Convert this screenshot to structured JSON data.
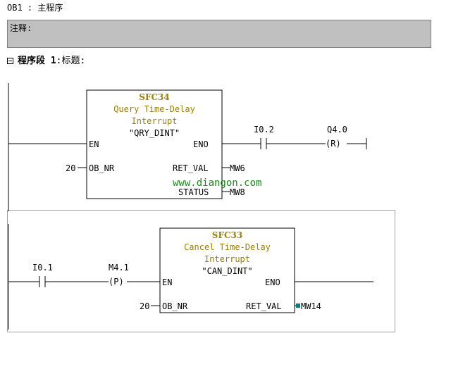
{
  "header": {
    "block_title": "OB1 : 主程序",
    "comment_label": "注释:",
    "network_label": "程序段",
    "network_number": "1",
    "network_title": ":标题:"
  },
  "network1": {
    "block": {
      "type": "SFC34",
      "desc1": "Query Time-Delay",
      "desc2": "Interrupt",
      "symbol": "\"QRY_DINT\"",
      "en": "EN",
      "eno": "ENO",
      "ob_nr_pin": "OB_NR",
      "ret_val_pin": "RET_VAL",
      "status_pin": "STATUS"
    },
    "ob_nr_value": "20",
    "ret_val_out": "MW6",
    "status_out": "MW8",
    "contact": "I0.2",
    "coil": "Q4.0",
    "coil_symbol": "(R)"
  },
  "network2": {
    "block": {
      "type": "SFC33",
      "desc1": "Cancel Time-Delay",
      "desc2": "Interrupt",
      "symbol": "\"CAN_DINT\"",
      "en": "EN",
      "eno": "ENO",
      "ob_nr_pin": "OB_NR",
      "ret_val_pin": "RET_VAL"
    },
    "ob_nr_value": "20",
    "ret_val_out": "MW14",
    "contact": "I0.1",
    "edge": "M4.1",
    "edge_symbol": "(P)"
  },
  "watermark": "www.diangon.com",
  "colors": {
    "comment_bg": "#c0c0c0",
    "block_text": "#a08000",
    "watermark": "#1a8a1a",
    "marker": "#008080"
  }
}
